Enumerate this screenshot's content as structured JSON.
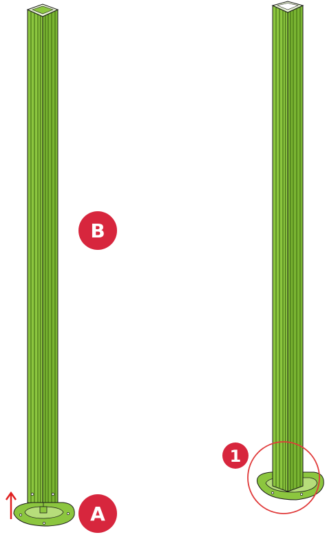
{
  "labels": {
    "post_label": "B",
    "base_label": "A",
    "step_number": "1"
  },
  "colors": {
    "post_green": "#8cc63f",
    "post_dark": "#5d8c1e",
    "outline": "#1a1a1a",
    "badge_red": "#d7263d",
    "circle_red": "#e03a3a",
    "arrow_red": "#e02020",
    "post_top": "#e8f3d4"
  }
}
